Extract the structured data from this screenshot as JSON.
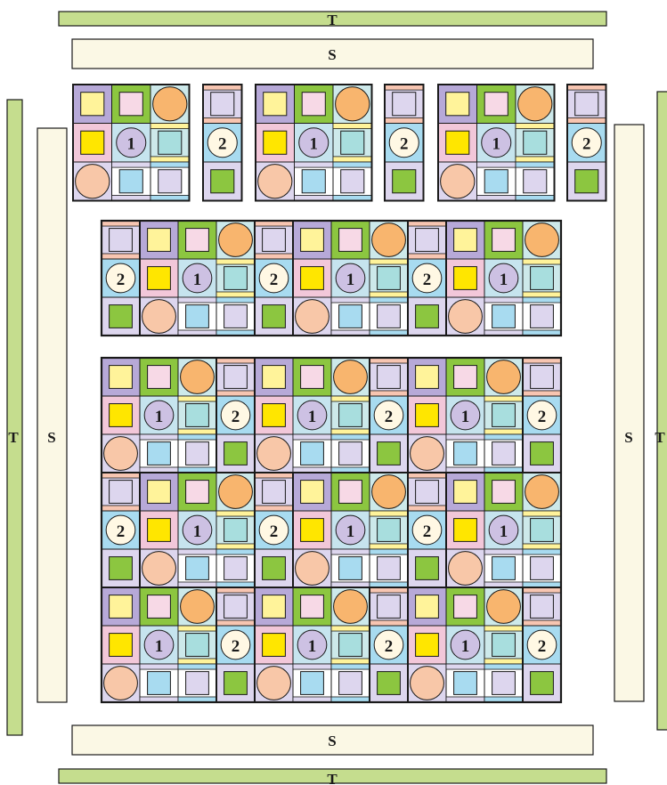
{
  "borders": {
    "top_outer_label": "T",
    "top_inner_label": "S",
    "bottom_inner_label": "S",
    "bottom_outer_label": "T",
    "left_outer_label": "T",
    "left_inner_label": "S",
    "right_inner_label": "S",
    "right_outer_label": "T"
  },
  "block_labels": {
    "block_one": "1",
    "block_two": "2"
  },
  "colors": {
    "outline": "#1a1a1a",
    "strip_green": "#c5dd8e",
    "strip_cream": "#fbf8e5",
    "lavender": "#cdc1e3",
    "lavender_dark": "#b7a9d8",
    "lavender_light": "#ddd6ee",
    "yellow": "#fff39a",
    "yellow_bright": "#ffe600",
    "green": "#8cc640",
    "pink": "#f2c7d9",
    "pink_light": "#f7d9e6",
    "orange": "#f8b56e",
    "peach": "#f8c7a8",
    "salmon": "#f7c5b1",
    "blue_light": "#c6e4ee",
    "sky": "#a8dbf0",
    "aqua": "#a8dede",
    "teal_light": "#cde9ea",
    "white": "#ffffff",
    "cream": "#fff8e4"
  }
}
